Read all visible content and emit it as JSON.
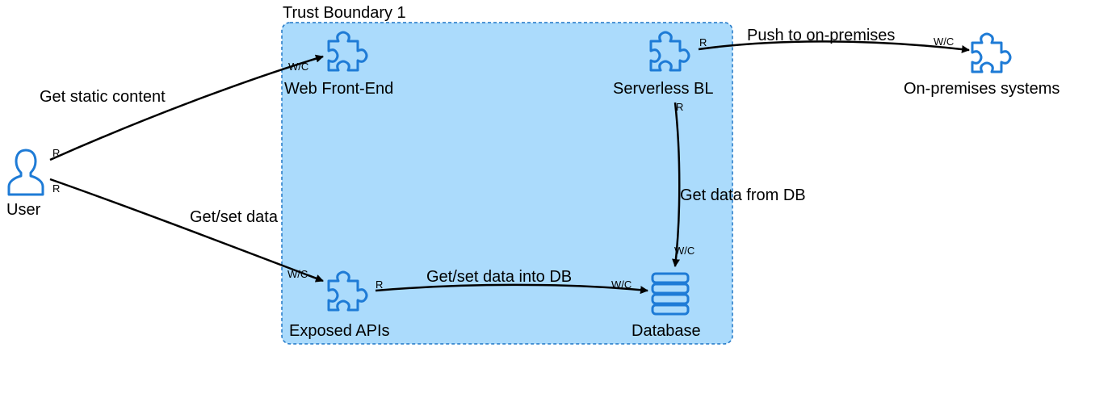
{
  "colors": {
    "boundary_fill": "#abdbfc",
    "boundary_stroke": "#1e76c6",
    "icon_stroke": "#1e7bd6",
    "arrow": "#000000"
  },
  "boundary": {
    "title": "Trust Boundary 1"
  },
  "nodes": {
    "user": {
      "label": "User",
      "icon": "user-icon"
    },
    "web": {
      "label": "Web Front-End",
      "icon": "puzzle-icon"
    },
    "serverless": {
      "label": "Serverless BL",
      "icon": "puzzle-icon"
    },
    "onprem": {
      "label": "On-premises systems",
      "icon": "puzzle-icon"
    },
    "apis": {
      "label": "Exposed APIs",
      "icon": "puzzle-icon"
    },
    "database": {
      "label": "Database",
      "icon": "database-icon"
    }
  },
  "flows": {
    "static": {
      "label": "Get static content",
      "src": "R",
      "dst": "W/C"
    },
    "getset": {
      "label": "Get/set data",
      "src": "R",
      "dst": "W/C"
    },
    "push": {
      "label": "Push to on-premises",
      "src": "R",
      "dst": "W/C"
    },
    "getdb": {
      "label": "Get data from DB",
      "src": "R",
      "dst": "W/C"
    },
    "setdb": {
      "label": "Get/set data into DB",
      "src": "R",
      "dst": "W/C"
    }
  }
}
